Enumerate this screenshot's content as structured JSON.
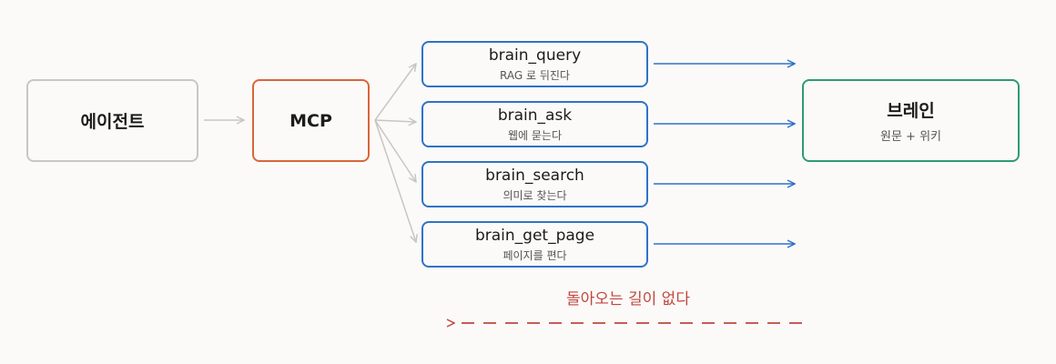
{
  "agent": {
    "label": "에이전트"
  },
  "mcp": {
    "label": "MCP"
  },
  "tools": [
    {
      "name": "brain_query",
      "desc": "RAG 로 뒤진다"
    },
    {
      "name": "brain_ask",
      "desc": "웹에 묻는다"
    },
    {
      "name": "brain_search",
      "desc": "의미로 찾는다"
    },
    {
      "name": "brain_get_page",
      "desc": "페이지를 편다"
    }
  ],
  "brain": {
    "label": "브레인",
    "sub": "원문 + 위키"
  },
  "return_note": "돌아오는 길이 없다",
  "colors": {
    "gray": "#c8c6c1",
    "orange": "#d9663a",
    "blue": "#2f72c9",
    "green": "#2e9b74",
    "red": "#c0473f"
  }
}
